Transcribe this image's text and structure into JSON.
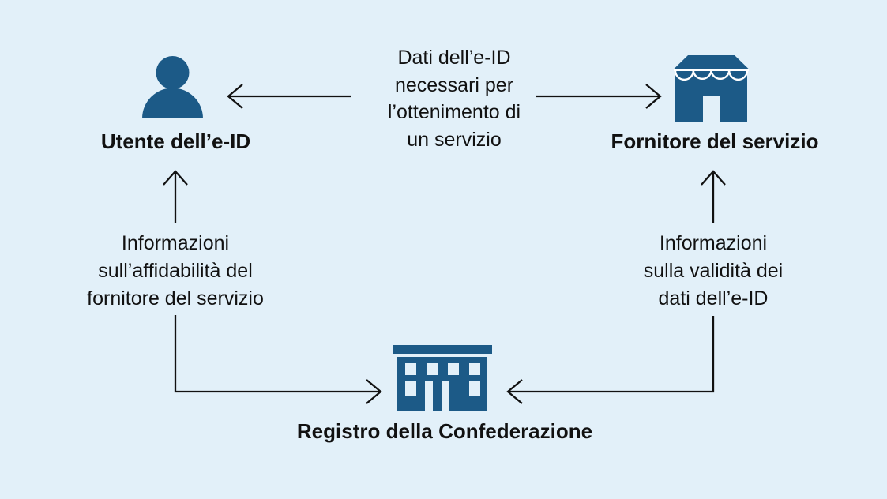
{
  "diagram": {
    "colors": {
      "background": "#e2f0f9",
      "icon": "#1c5a87",
      "line": "#111111",
      "text": "#111111"
    },
    "nodes": {
      "user": {
        "label": "Utente dell’e-ID",
        "icon": "person-icon"
      },
      "provider": {
        "label": "Fornitore del servizio",
        "icon": "storefront-icon"
      },
      "registry": {
        "label": "Registro della Confederazione",
        "icon": "government-building-icon"
      }
    },
    "edges": {
      "user_provider": {
        "lines": [
          "Dati dell’e-ID",
          "necessari per",
          "l’ottenimento di",
          "un servizio"
        ]
      },
      "registry_user": {
        "lines": [
          "Informazioni",
          "sull’affidabilità del",
          "fornitore del servizio"
        ]
      },
      "registry_provider": {
        "lines": [
          "Informazioni",
          "sulla validità dei",
          "dati dell’e-ID"
        ]
      }
    }
  }
}
